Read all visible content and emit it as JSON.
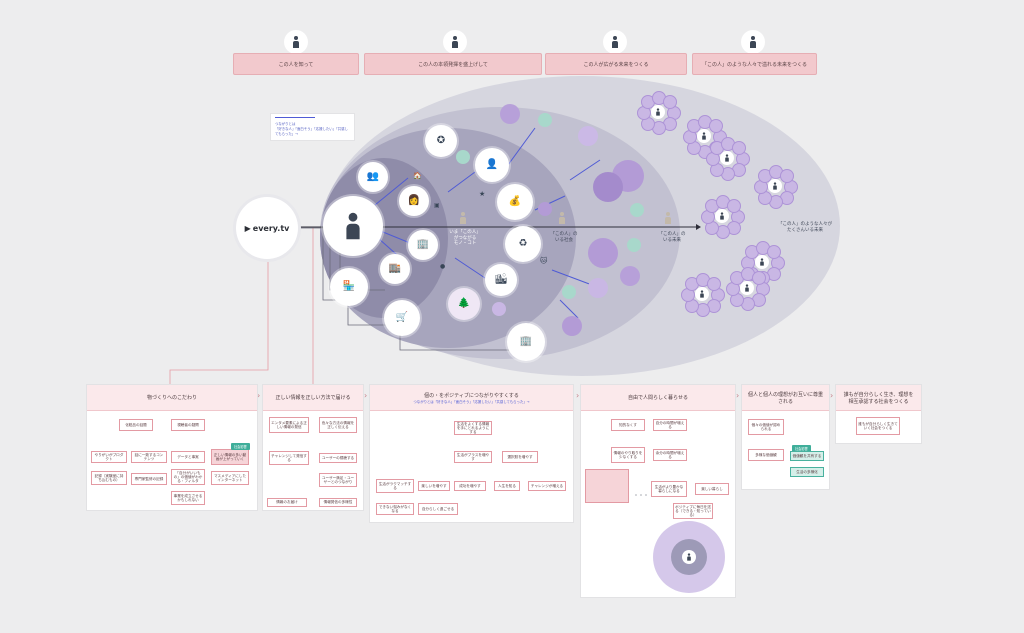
{
  "stages": [
    {
      "label": "この人を知って"
    },
    {
      "label": "この人の本領発揮を盛上げして"
    },
    {
      "label": "この人が広がる未来をつくる"
    },
    {
      "label": "「この人」のような人々で溢れる未来をつくる"
    }
  ],
  "logo": {
    "text": "every.tv"
  },
  "legend": {
    "title": "つながりとは",
    "line": "「好きな人」「面白そう」「応援したい」「共感してもらった」→"
  },
  "map_labels": {
    "now": "いま「この人」\nがつながる\nモノ・コト",
    "society": "「この人」の\nいる社会",
    "future": "「この人」の\nいる未来",
    "outer": "「この人」のような人々が\nたくさんいる未来"
  },
  "colors": {
    "accent": "#4f5bd5",
    "stage": "#f2c9cd",
    "teal": "#3fae9a",
    "lavender": "#b9a3dd"
  },
  "panels": [
    {
      "title": "物づくりへのこだわり",
      "boxes": [
        "化粧品の話題",
        "視聴者の疑問",
        "やりがいがプロダクト",
        "話に一致するコンテンツ",
        "データと事実",
        "正しい情報の多い動画が上がっていく",
        "記録（実験室に持ち込むもの）",
        "専門家監修の記録",
        "「自分がいいもの」の価値がわかる・フィルタ",
        "マスメディアにしたインターネット",
        "事業を成立させるかもしれない"
      ],
      "tag": "社会影響"
    },
    {
      "title": "正しい情報を正しい方法で届ける",
      "boxes": [
        "エンタメ要素による正しい情報の発信",
        "色々な方法の情報を正しく伝える",
        "チャレンジして発信する",
        "ユーザーの視聴する",
        "ユーザー満足・ユーザーとのつながり",
        "情報のお届け",
        "情報発信の多様性"
      ]
    },
    {
      "title": "個の・をポジティブにつながりやすくする",
      "subtitle": "つながりとは「好きな人」「面白そう」「応援したい」「共感してもらった」→",
      "boxes": [
        "生活をよくする情報を手にとれるようにする",
        "生活がプラスを増やす",
        "選択肢を増やす",
        "生活がラクマッチする",
        "楽しいを増やす",
        "成功を増やす",
        "人生を知る",
        "チャレンジが増える",
        "できない悩みがなくなる",
        "自分らしく過ごせる"
      ]
    },
    {
      "title": "自由で人間らしく暮らせる",
      "boxes": [
        "知的なくす",
        "自分の時間が増える",
        "情報のやり取りを少なくする",
        "余分の時間が増える",
        "生活がより豊かな暮らしになる",
        "楽しい暮らし",
        "ポジティブに毎日を送る（できる・知っている）"
      ]
    },
    {
      "title": "個人と個人の理想がお互いに尊重される",
      "boxes": [
        "個々の価値が認められる",
        "多様な価値観",
        "価値観を共有する",
        "生活の多様化"
      ],
      "tag": "社会影響"
    },
    {
      "title": "誰もが自分らしく生き、理想を相互承認する社会をつくる",
      "boxes": [
        "誰もが自分らしく生きていく社会をつくる"
      ]
    }
  ]
}
